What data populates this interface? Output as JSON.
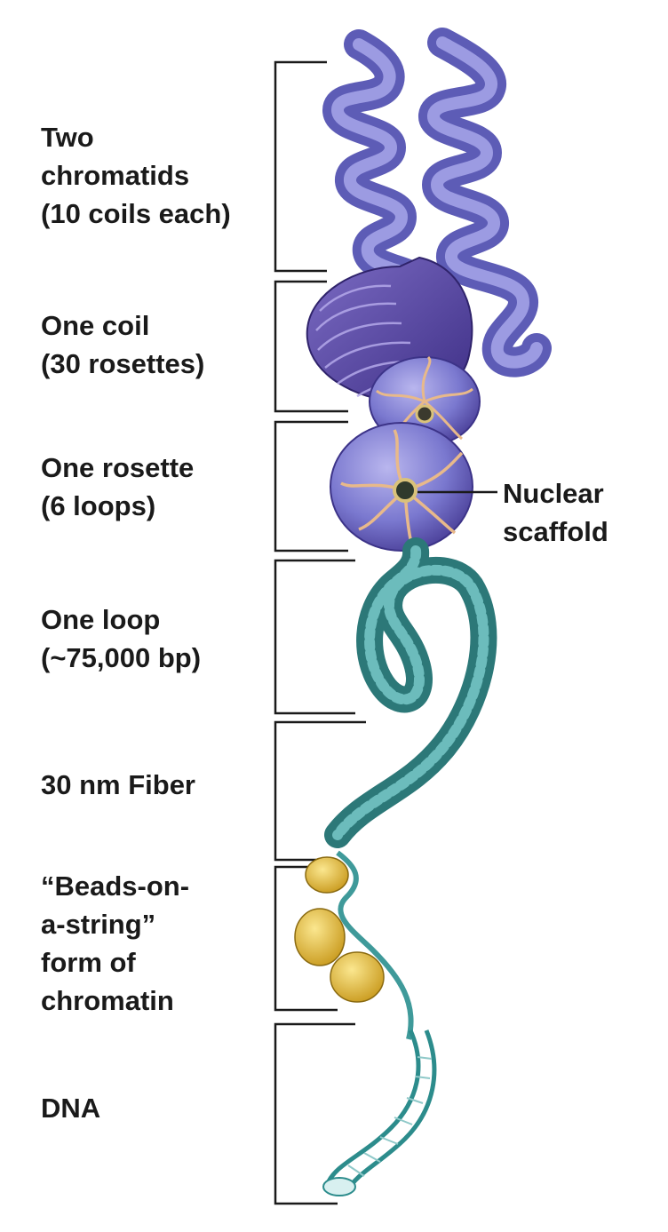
{
  "levels": [
    {
      "lines": [
        "Two",
        "chromatids",
        "(10 coils each)"
      ]
    },
    {
      "lines": [
        "One coil",
        "(30 rosettes)"
      ]
    },
    {
      "lines": [
        "One rosette",
        "(6 loops)"
      ]
    },
    {
      "lines": [
        "One loop",
        "(~75,000 bp)"
      ]
    },
    {
      "lines": [
        "30 nm Fiber"
      ]
    },
    {
      "lines": [
        "“Beads-on-",
        "a-string”",
        "form of",
        "chromatin"
      ]
    },
    {
      "lines": [
        "DNA"
      ]
    }
  ],
  "callout": {
    "lines": [
      "Nuclear",
      "scaffold"
    ]
  },
  "colors": {
    "chromatid": "#6d6cc4",
    "coil": "#5b4aa8",
    "rosette": "#7a78cf",
    "scaffold_loops": "#e8b98a",
    "fiber": "#3f9a9a",
    "nucleosome": "#e9c84a",
    "bracket": "#1a1a1a"
  }
}
